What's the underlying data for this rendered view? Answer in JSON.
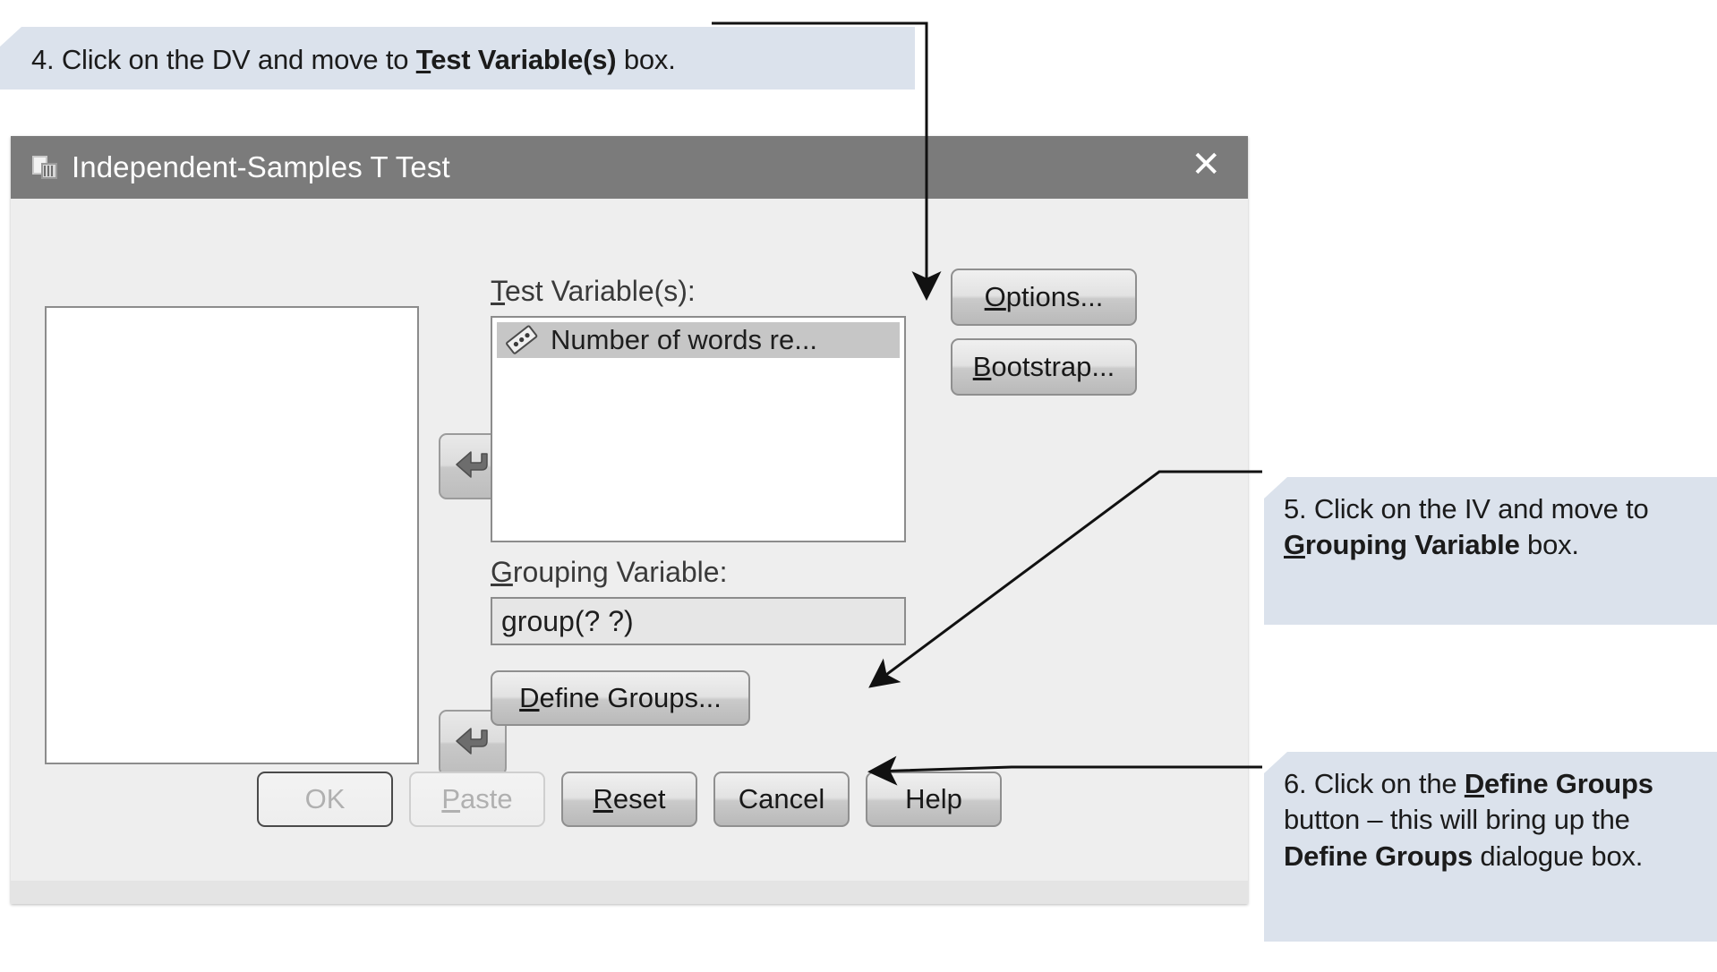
{
  "callouts": [
    {
      "id": "callout-4",
      "number": "4.",
      "segments": [
        {
          "text": "4. Click on the DV and move to ",
          "bold": false
        },
        {
          "text": "Test Variable(s)",
          "bold": true,
          "underline_first": true
        },
        {
          "text": " box.",
          "bold": false
        }
      ],
      "plain": "4. Click on the DV and move to Test Variable(s) box."
    },
    {
      "id": "callout-5",
      "number": "5.",
      "plain": "5. Click on the IV and move to Grouping Variable box."
    },
    {
      "id": "callout-6",
      "number": "6.",
      "plain": "6. Click on the Define Groups button – this will bring up the Define Groups dialogue box."
    }
  ],
  "dialog": {
    "title": "Independent-Samples T Test",
    "icon": "spss-dialog-icon",
    "close_glyph": "✕",
    "source_list": {
      "items": []
    },
    "test_variables": {
      "label_mnemonic": "T",
      "label_rest": "est Variable(s):",
      "items": [
        {
          "icon": "scale-ruler-icon",
          "label": "Number of words re..."
        }
      ]
    },
    "grouping_variable": {
      "label_mnemonic": "G",
      "label_rest": "rouping Variable:",
      "value": "group(? ?)"
    },
    "transfer_buttons": [
      {
        "name": "transfer-to-test-variables",
        "glyph": "left-arrow-icon"
      },
      {
        "name": "transfer-to-grouping-variable",
        "glyph": "left-arrow-icon"
      }
    ],
    "side_buttons": [
      {
        "name": "options-button",
        "mnemonic": "O",
        "rest": "ptions...",
        "enabled": true
      },
      {
        "name": "bootstrap-button",
        "mnemonic": "B",
        "rest": "ootstrap...",
        "enabled": true
      }
    ],
    "define_groups_button": {
      "mnemonic": "D",
      "rest": "efine Groups...",
      "enabled": true
    },
    "footer_buttons": [
      {
        "name": "ok-button",
        "mnemonic": "",
        "rest": "OK",
        "enabled": false,
        "default": true
      },
      {
        "name": "paste-button",
        "mnemonic": "P",
        "rest": "aste",
        "enabled": false,
        "default": false
      },
      {
        "name": "reset-button",
        "mnemonic": "R",
        "rest": "eset",
        "enabled": true,
        "default": false
      },
      {
        "name": "cancel-button",
        "mnemonic": "",
        "rest": "Cancel",
        "enabled": true,
        "default": false
      },
      {
        "name": "help-button",
        "mnemonic": "",
        "rest": "Help",
        "enabled": true,
        "default": false
      }
    ]
  },
  "colors": {
    "callout_bg": "#dbe2ec",
    "titlebar_bg": "#7b7b7b",
    "dialog_bg": "#eeeeee",
    "selected_item_bg": "#c6c6c6",
    "text": "#1b1b1b"
  }
}
